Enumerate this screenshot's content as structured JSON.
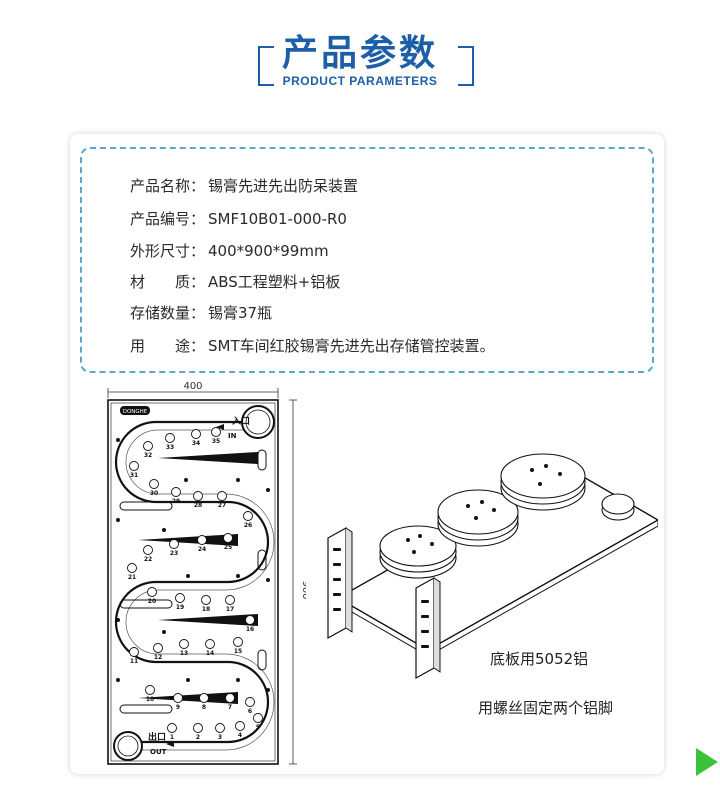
{
  "header": {
    "title_cn": "产品参数",
    "title_en": "PRODUCT PARAMETERS"
  },
  "specs": [
    {
      "label": "产品名称：",
      "value": "锡膏先进先出防呆装置"
    },
    {
      "label": "产品编号：",
      "value": "SMF10B01-000-R0"
    },
    {
      "label": "外形尺寸：",
      "value": "400*900*99mm"
    },
    {
      "label": "材　　质：",
      "value": "ABS工程塑料+铝板"
    },
    {
      "label": "存储数量：",
      "value": "锡膏37瓶"
    },
    {
      "label": "用　　途：",
      "value": "SMT车间红胶锡膏先进先出存储管控装置。"
    }
  ],
  "drawing": {
    "width_label": "400",
    "height_label": "900",
    "brand_label": "DONGHE",
    "entry_cn": "入口",
    "entry_en": "IN",
    "exit_cn": "出口",
    "exit_en": "OUT",
    "slots": [
      "1",
      "2",
      "3",
      "4",
      "5",
      "6",
      "7",
      "8",
      "9",
      "10",
      "11",
      "12",
      "13",
      "14",
      "15",
      "16",
      "17",
      "18",
      "19",
      "20",
      "21",
      "22",
      "23",
      "24",
      "25",
      "26",
      "27",
      "28",
      "29",
      "30",
      "31",
      "32",
      "33",
      "34",
      "35"
    ]
  },
  "captions": {
    "base_plate": "底板用5052铝",
    "feet": "用螺丝固定两个铝脚"
  },
  "colors": {
    "brand_blue": "#1d5ea8",
    "dash_border": "#5aa7d6",
    "arrow_green": "#3cc23a"
  }
}
